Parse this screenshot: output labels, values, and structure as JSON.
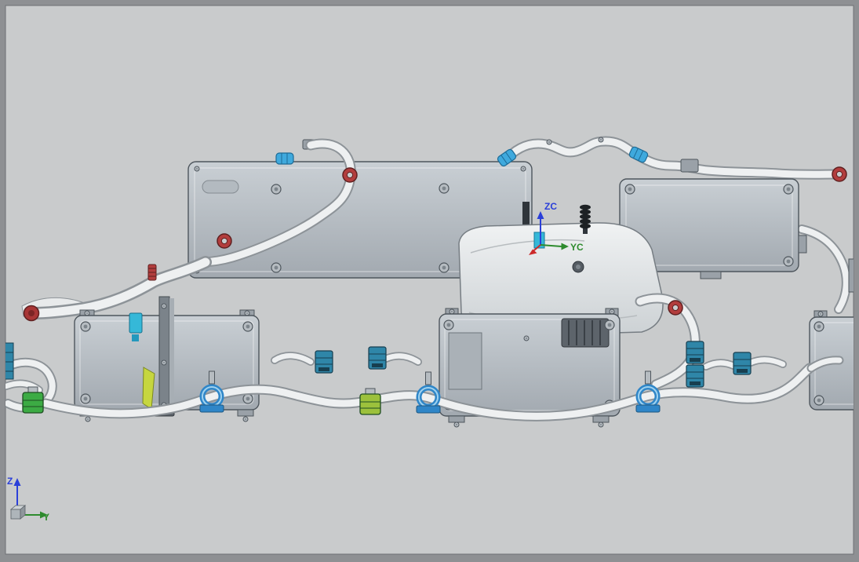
{
  "labels": {
    "center_csys": {
      "z": "ZC",
      "y": "YC"
    },
    "corner_csys": {
      "z": "Z",
      "y": "Y"
    }
  },
  "icons": {
    "center-triad": "csys-axis-arrows",
    "corner-triad": "wcs-axis-arrows"
  },
  "colors": {
    "frame": "#8e9093",
    "viewport-bg": "#c9cbcc",
    "part-stroke": "#4e565d",
    "tube-stroke": "#8d9398",
    "tube-fill": "#eef0f1",
    "clamp-red": "#b23d3d",
    "clamp-blue": "#3fa9dd",
    "connector-teal": "#2f86a8",
    "connector-green": "#3cab44",
    "connector-lime": "#9cc13c",
    "bracket-yellow": "#c6d63f",
    "accent-cyan": "#35b8d8",
    "axis-z": "#2a3fd9",
    "axis-y": "#2e8b2e",
    "axis-x": "#cc2a2a"
  }
}
